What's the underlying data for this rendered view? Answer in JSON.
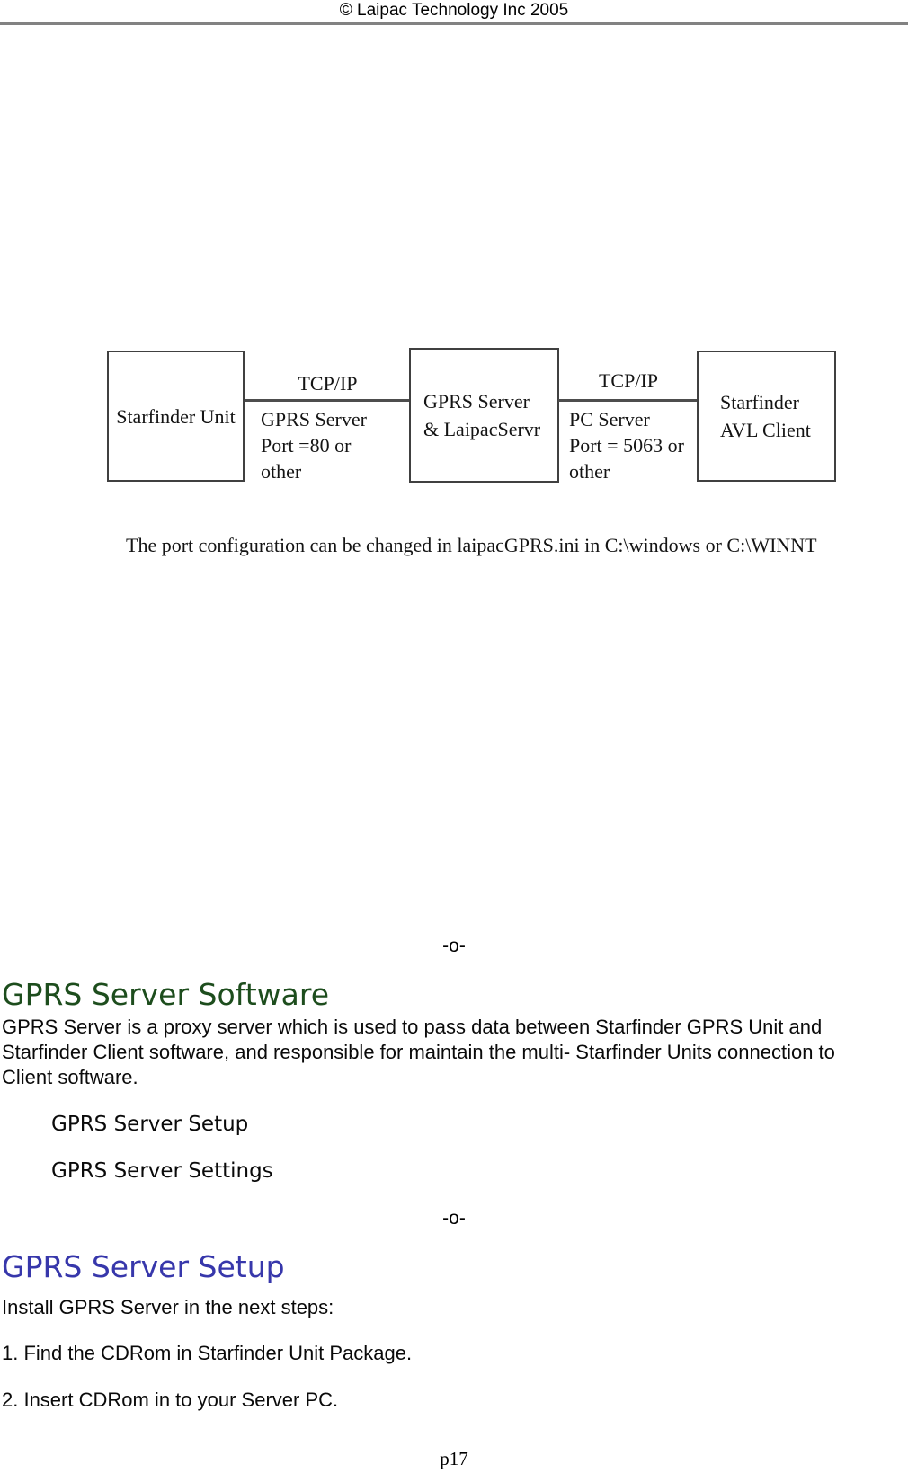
{
  "header": {
    "copyright": "© Laipac Technology Inc 2005"
  },
  "separator": "-o-",
  "diagram": {
    "nodes": [
      {
        "name": "starfinder-unit",
        "label_lines": [
          "Starfinder Unit"
        ]
      },
      {
        "name": "gprs-server",
        "label_lines": [
          "GPRS Server",
          "& LaipacServr"
        ]
      },
      {
        "name": "starfinder-avl-client",
        "label_lines": [
          "Starfinder",
          "AVL Client"
        ]
      }
    ],
    "links": [
      {
        "protocol": "TCP/IP",
        "detail_lines": [
          "GPRS Server",
          "Port =80 or",
          "other"
        ]
      },
      {
        "protocol": "TCP/IP",
        "detail_lines": [
          "PC Server",
          "Port = 5063 or",
          "other"
        ]
      }
    ],
    "caption": "The port configuration can be changed in laipacGPRS.ini in C:\\windows or C:\\WINNT"
  },
  "sections": [
    {
      "heading": "GPRS Server Software",
      "heading_color": "#1d4d1d",
      "body_lines": [
        "GPRS Server is a proxy server which is used to pass data between Starfinder GPRS Unit and",
        "Starfinder Client software, and responsible for maintain the multi- Starfinder Units connection to",
        "Client software."
      ],
      "links": [
        "GPRS Server Setup",
        "GPRS Server Settings"
      ]
    },
    {
      "heading": "GPRS Server Setup",
      "heading_color": "#3737ab",
      "intro": "Install GPRS Server in the next steps:",
      "steps": [
        "1. Find the CDRom in Starfinder Unit Package.",
        "2. Insert CDRom in to your Server PC."
      ]
    }
  ],
  "footer": {
    "page_number": "p17"
  }
}
